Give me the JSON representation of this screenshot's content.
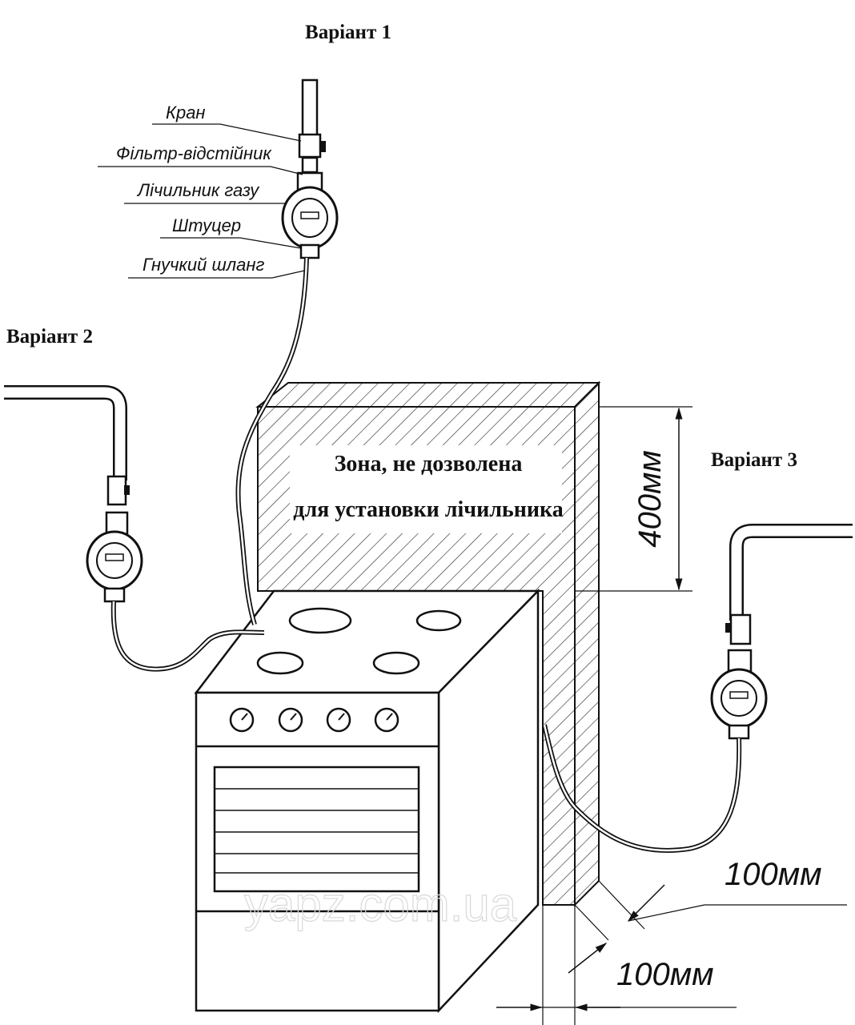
{
  "variants": {
    "v1": "Варіант 1",
    "v2": "Варіант 2",
    "v3": "Варіант 3"
  },
  "callouts": {
    "kran": "Кран",
    "filter": "Фільтр-відстійник",
    "meter": "Лічильник газу",
    "fitting": "Штуцер",
    "hose": "Гнучкий шланг"
  },
  "zone": {
    "line1": "Зона, не дозволена",
    "line2": "для установки лічильника"
  },
  "dimensions": {
    "height": "400мм",
    "side_clearance": "100мм",
    "bottom_clearance": "100мм"
  },
  "watermark": "yapz.com.ua",
  "colors": {
    "ink": "#111111",
    "paper": "#ffffff",
    "watermark": "#d8d8d8"
  }
}
